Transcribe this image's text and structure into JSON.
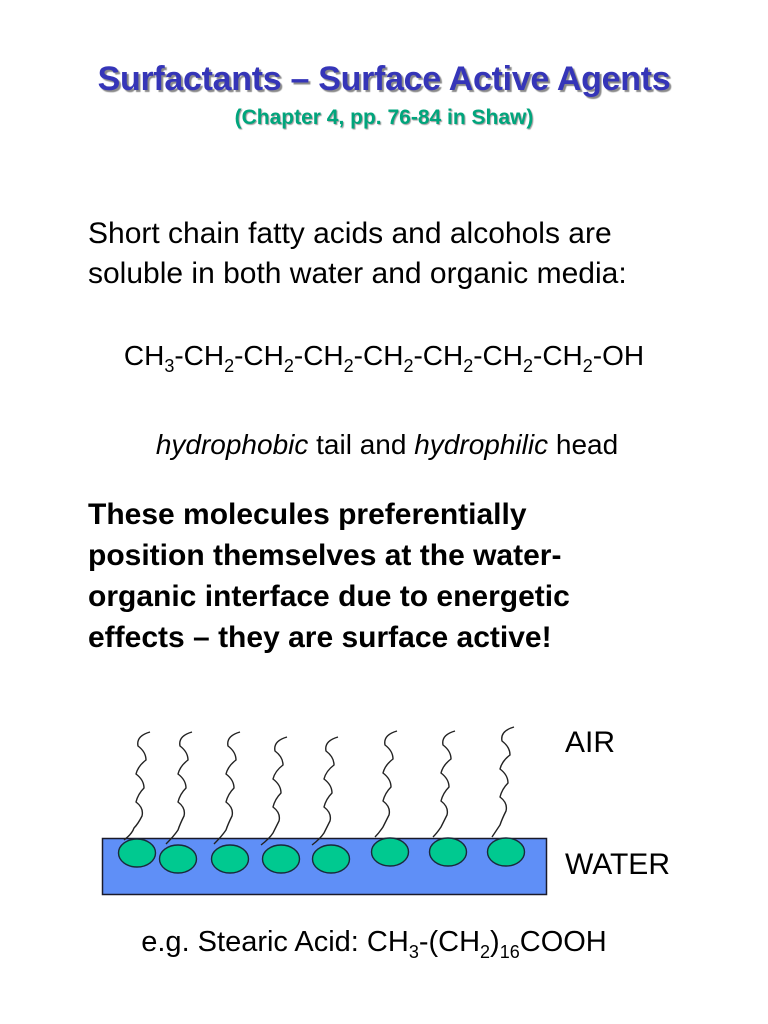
{
  "slide": {
    "title": "Surfactants – Surface Active Agents",
    "subtitle": "(Chapter 4, pp. 76-84 in Shaw)",
    "intro": {
      "line1": "Short chain fatty acids and alcohols are",
      "line2": "soluble in both water and organic media:"
    },
    "formula": {
      "parts": [
        {
          "text": "CH",
          "sub": "3"
        },
        {
          "text": "-CH",
          "sub": "2"
        },
        {
          "text": "-CH",
          "sub": "2"
        },
        {
          "text": "-CH",
          "sub": "2"
        },
        {
          "text": "-CH",
          "sub": "2"
        },
        {
          "text": "-CH",
          "sub": "2"
        },
        {
          "text": "-CH",
          "sub": "2"
        },
        {
          "text": "-CH",
          "sub": "2"
        },
        {
          "text": "-OH",
          "sub": ""
        }
      ]
    },
    "head_tail": {
      "term1": "hydrophobic",
      "mid": " tail and ",
      "term2": "hydrophilic",
      "end": " head"
    },
    "bold_paragraph": {
      "line1": "These molecules preferentially",
      "line2": "position themselves at the water-",
      "line3": "organic interface due to energetic",
      "line4": "effects – they are surface active!"
    },
    "diagram": {
      "label_air": "AIR",
      "label_water": "WATER",
      "colors": {
        "water": "#5F8FF7",
        "head": "#00C990",
        "outline": "#1a2a3a",
        "tail": "#222222"
      },
      "molecule_count": 8
    },
    "example": {
      "prefix": "e.g. Stearic Acid: CH",
      "sub1": "3",
      "mid": "-(CH",
      "sub2": "2",
      "paren": ")",
      "sub3": "16",
      "suffix": "COOH"
    }
  }
}
